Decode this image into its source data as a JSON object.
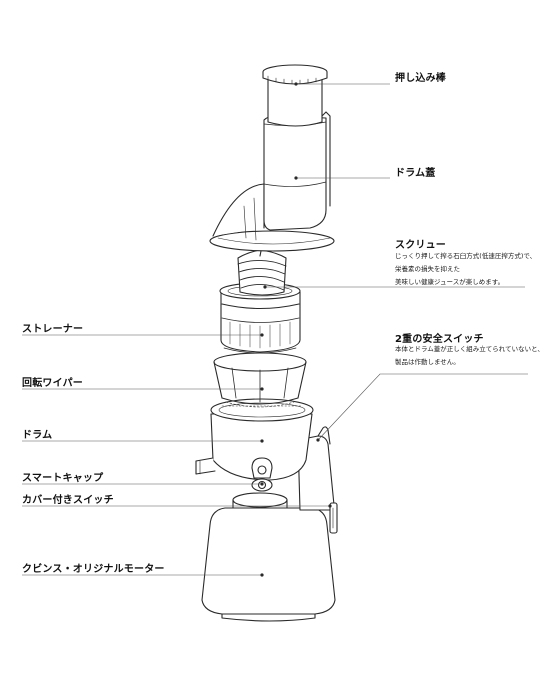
{
  "parts": {
    "pusher": "押し込み棒",
    "drum_lid": "ドラム蓋",
    "screw": "スクリュー",
    "strainer": "ストレーナー",
    "rotating_wiper": "回転ワイパー",
    "drum": "ドラム",
    "smart_cap": "スマートキャップ",
    "covered_switch": "カバー付きスイッチ",
    "motor": "クビンス・オリジナルモーター",
    "safety_switch": "2重の安全スイッチ"
  },
  "descriptions": {
    "screw": [
      "じっくり押して搾る石臼方式(低速圧搾方式)で、",
      "栄養素の損失を抑えた",
      "美味しい健康ジュースが楽しめます。"
    ],
    "safety_switch": [
      "本体とドラム蓋が正しく組み立てられていないと、",
      "製品は作動しません。"
    ]
  }
}
